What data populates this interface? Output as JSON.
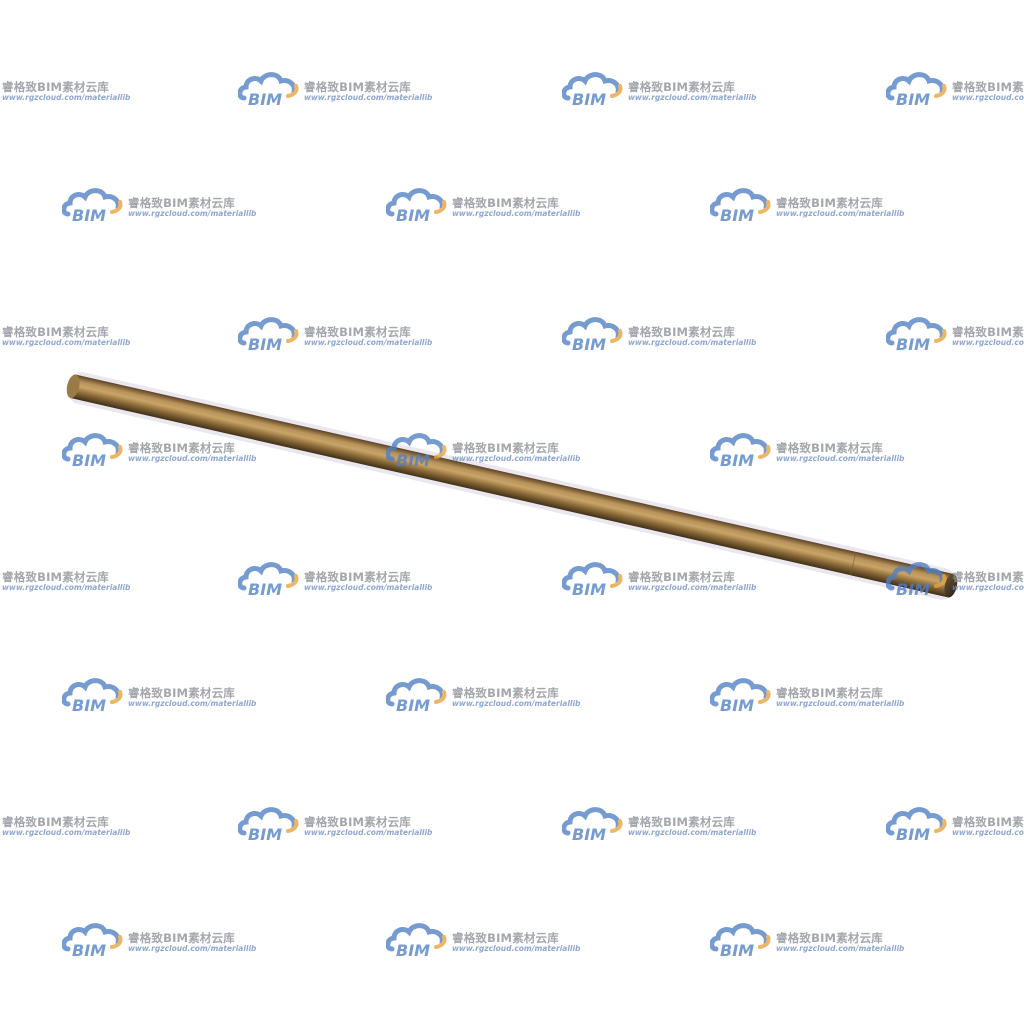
{
  "watermark": {
    "logo_text": "BIM",
    "brand_text": "睿格致BIM素材云库",
    "url_text": "www.rgzcloud.com/materiallib",
    "logo_color": "#4f7fc4",
    "accent_color": "#e8a23a",
    "brand_color": "#8a8f96",
    "url_color": "#6f8fc4"
  },
  "object": {
    "name": "rod",
    "colors": {
      "body_light": "#b8925a",
      "body_mid": "#8a6a38",
      "body_dark": "#3f2f18",
      "end_cap": "#2a2218"
    }
  }
}
